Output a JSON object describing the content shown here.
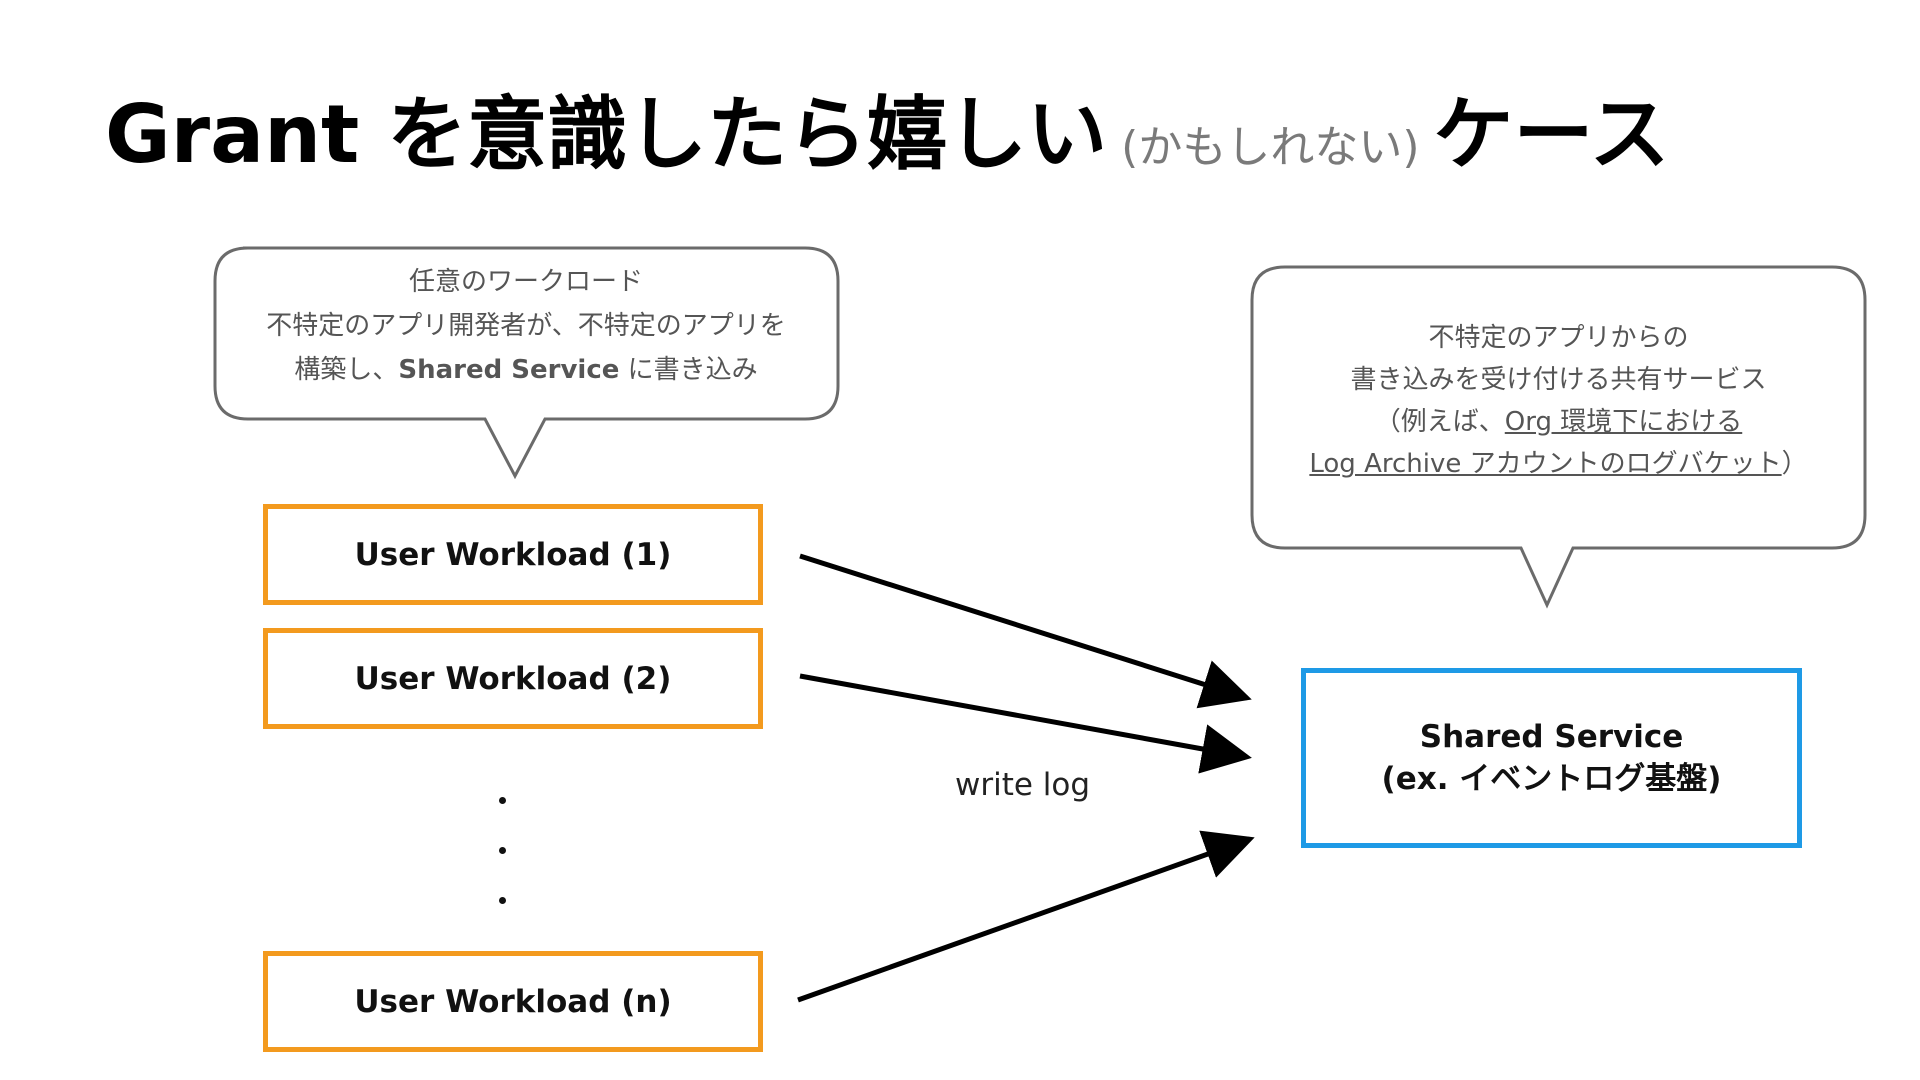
{
  "title": {
    "main": "Grant を意識したら嬉しい",
    "sub": "(かもしれない)",
    "tail": "ケース"
  },
  "callout_left": {
    "line1": "任意のワークロード",
    "line2": "不特定のアプリ開発者が、不特定のアプリを",
    "line3_pre": "構築し、",
    "line3_em": "Shared Service",
    "line3_post": " に書き込み"
  },
  "callout_right": {
    "line1": "不特定のアプリからの",
    "line2": "書き込みを受け付ける共有サービス",
    "line3_pre": "（例えば、",
    "line3_link": "Org 環境下における",
    "line4_link": "Log Archive アカウントのログバケット",
    "line4_post": "）"
  },
  "workloads": [
    "User Workload (1)",
    "User Workload (2)",
    "User Workload (n)"
  ],
  "shared_service": {
    "line1": "Shared Service",
    "line2": "(ex. イベントログ基盤)"
  },
  "edge_label": "write log",
  "colors": {
    "workload_border": "#f39a1e",
    "service_border": "#1e9ae6",
    "callout_border": "#6b6b6b",
    "arrow": "#000000"
  }
}
